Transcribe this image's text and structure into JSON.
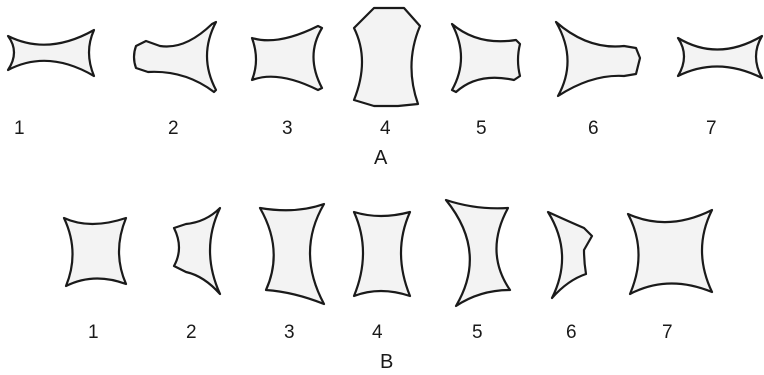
{
  "figure": {
    "rows": [
      {
        "id": "A",
        "caption": "A",
        "stipple_density": "varies",
        "shapes": [
          {
            "label": "1",
            "form": "bowtie-thin"
          },
          {
            "label": "2",
            "form": "asymmetric-left-notch"
          },
          {
            "label": "3",
            "form": "concave-quad"
          },
          {
            "label": "4",
            "form": "tall-hexagon-concave-sides"
          },
          {
            "label": "5",
            "form": "concave-quad-right-notch"
          },
          {
            "label": "6",
            "form": "asymmetric-right-notch"
          },
          {
            "label": "7",
            "form": "bowtie-thin"
          }
        ]
      },
      {
        "id": "B",
        "caption": "B",
        "stipple_density": "light",
        "shapes": [
          {
            "label": "1",
            "form": "square-concave"
          },
          {
            "label": "2",
            "form": "left-notch-crescent"
          },
          {
            "label": "3",
            "form": "vertical-hourglass-wide"
          },
          {
            "label": "4",
            "form": "vertical-hourglass-narrow"
          },
          {
            "label": "5",
            "form": "vertical-hourglass-wide"
          },
          {
            "label": "6",
            "form": "left-notch-crescent-dense"
          },
          {
            "label": "7",
            "form": "square-concave"
          }
        ]
      }
    ]
  }
}
